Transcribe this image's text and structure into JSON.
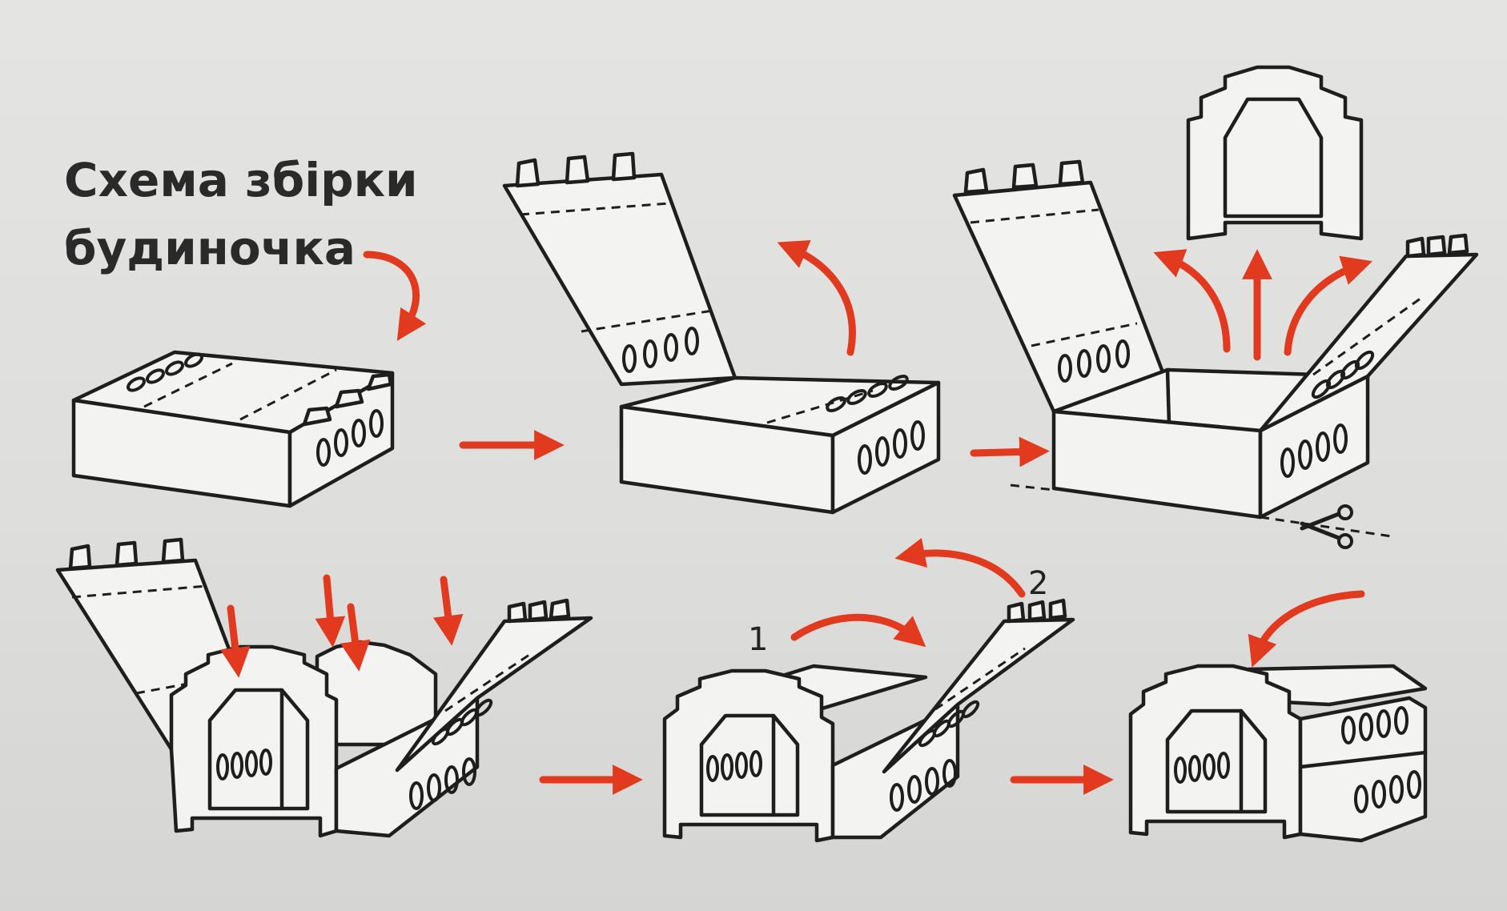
{
  "title": {
    "line1": "Схема збірки",
    "line2": "будиночка"
  },
  "labels": {
    "step1": "1",
    "step2": "2"
  },
  "icons": {
    "cut": "scissors-icon",
    "direction": "arrow-icon"
  },
  "colors": {
    "arrow": "#e23a1f",
    "line": "#1e1e1e",
    "paper": "#e2e2e0"
  }
}
